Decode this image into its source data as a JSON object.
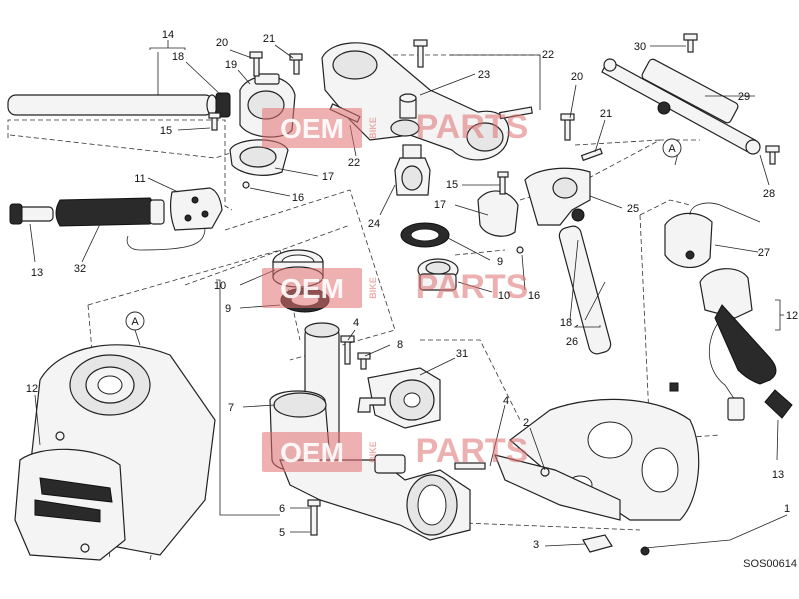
{
  "diagram": {
    "drawing_code": "SOS00614",
    "callouts": [
      {
        "id": "c14",
        "text": "14"
      },
      {
        "id": "c18a",
        "text": "18"
      },
      {
        "id": "c20a",
        "text": "20"
      },
      {
        "id": "c19",
        "text": "19"
      },
      {
        "id": "c21a",
        "text": "21"
      },
      {
        "id": "c15a",
        "text": "15"
      },
      {
        "id": "c17a",
        "text": "17"
      },
      {
        "id": "c16a",
        "text": "16"
      },
      {
        "id": "c11",
        "text": "11"
      },
      {
        "id": "c13a",
        "text": "13"
      },
      {
        "id": "c32",
        "text": "32"
      },
      {
        "id": "c22a",
        "text": "22"
      },
      {
        "id": "c23",
        "text": "23"
      },
      {
        "id": "c22b",
        "text": "22"
      },
      {
        "id": "c24",
        "text": "24"
      },
      {
        "id": "c15b",
        "text": "15"
      },
      {
        "id": "c17b",
        "text": "17"
      },
      {
        "id": "c9a",
        "text": "9"
      },
      {
        "id": "c10a",
        "text": "10"
      },
      {
        "id": "c16b",
        "text": "16"
      },
      {
        "id": "c20b",
        "text": "20"
      },
      {
        "id": "c21b",
        "text": "21"
      },
      {
        "id": "c25",
        "text": "25"
      },
      {
        "id": "c30",
        "text": "30"
      },
      {
        "id": "c29",
        "text": "29"
      },
      {
        "id": "c28",
        "text": "28"
      },
      {
        "id": "c27",
        "text": "27"
      },
      {
        "id": "c12a",
        "text": "12"
      },
      {
        "id": "c18b",
        "text": "18"
      },
      {
        "id": "c26",
        "text": "26"
      },
      {
        "id": "c10b",
        "text": "10"
      },
      {
        "id": "c9b",
        "text": "9"
      },
      {
        "id": "c7",
        "text": "7"
      },
      {
        "id": "c4a",
        "text": "4"
      },
      {
        "id": "c8",
        "text": "8"
      },
      {
        "id": "c31",
        "text": "31"
      },
      {
        "id": "c4b",
        "text": "4"
      },
      {
        "id": "c2",
        "text": "2"
      },
      {
        "id": "c1",
        "text": "1"
      },
      {
        "id": "c13b",
        "text": "13"
      },
      {
        "id": "c6",
        "text": "6"
      },
      {
        "id": "c5",
        "text": "5"
      },
      {
        "id": "c3",
        "text": "3"
      },
      {
        "id": "c12b",
        "text": "12"
      }
    ],
    "reference_markers": [
      {
        "id": "refA1",
        "text": "A"
      },
      {
        "id": "refA2",
        "text": "A"
      }
    ]
  },
  "watermark": {
    "left": "OEM",
    "side": "BIKE",
    "right": "PARTS",
    "accent_color": "#e07070"
  }
}
